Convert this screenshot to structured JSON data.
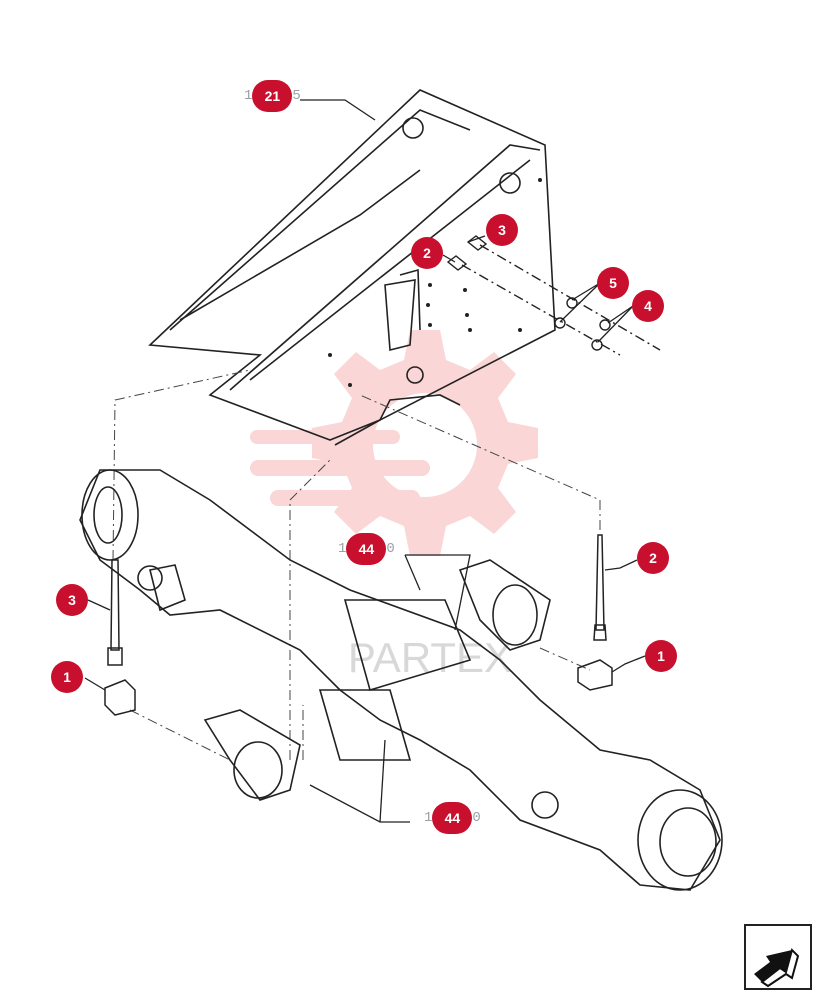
{
  "diagram": {
    "callouts": [
      {
        "id": "c-3-top",
        "label": "3"
      },
      {
        "id": "c-2-top",
        "label": "2"
      },
      {
        "id": "c-5",
        "label": "5"
      },
      {
        "id": "c-4",
        "label": "4"
      },
      {
        "id": "c-2-right",
        "label": "2"
      },
      {
        "id": "c-3-left",
        "label": "3"
      },
      {
        "id": "c-1-right",
        "label": "1"
      },
      {
        "id": "c-1-left",
        "label": "1"
      }
    ],
    "references": [
      {
        "id": "ref-frame",
        "prefix": "1",
        "label": "21",
        "suffix": "5"
      },
      {
        "id": "ref-axle-top",
        "prefix": "1",
        "label": "44",
        "suffix": "0"
      },
      {
        "id": "ref-axle-bottom",
        "prefix": "1",
        "label": "44",
        "suffix": "0"
      }
    ],
    "watermark_text": "PARTEX",
    "nav_icon": "arrow-next-icon",
    "colors": {
      "callout": "#c8102e",
      "watermark": "#f5b5b5",
      "line": "#222222"
    }
  }
}
